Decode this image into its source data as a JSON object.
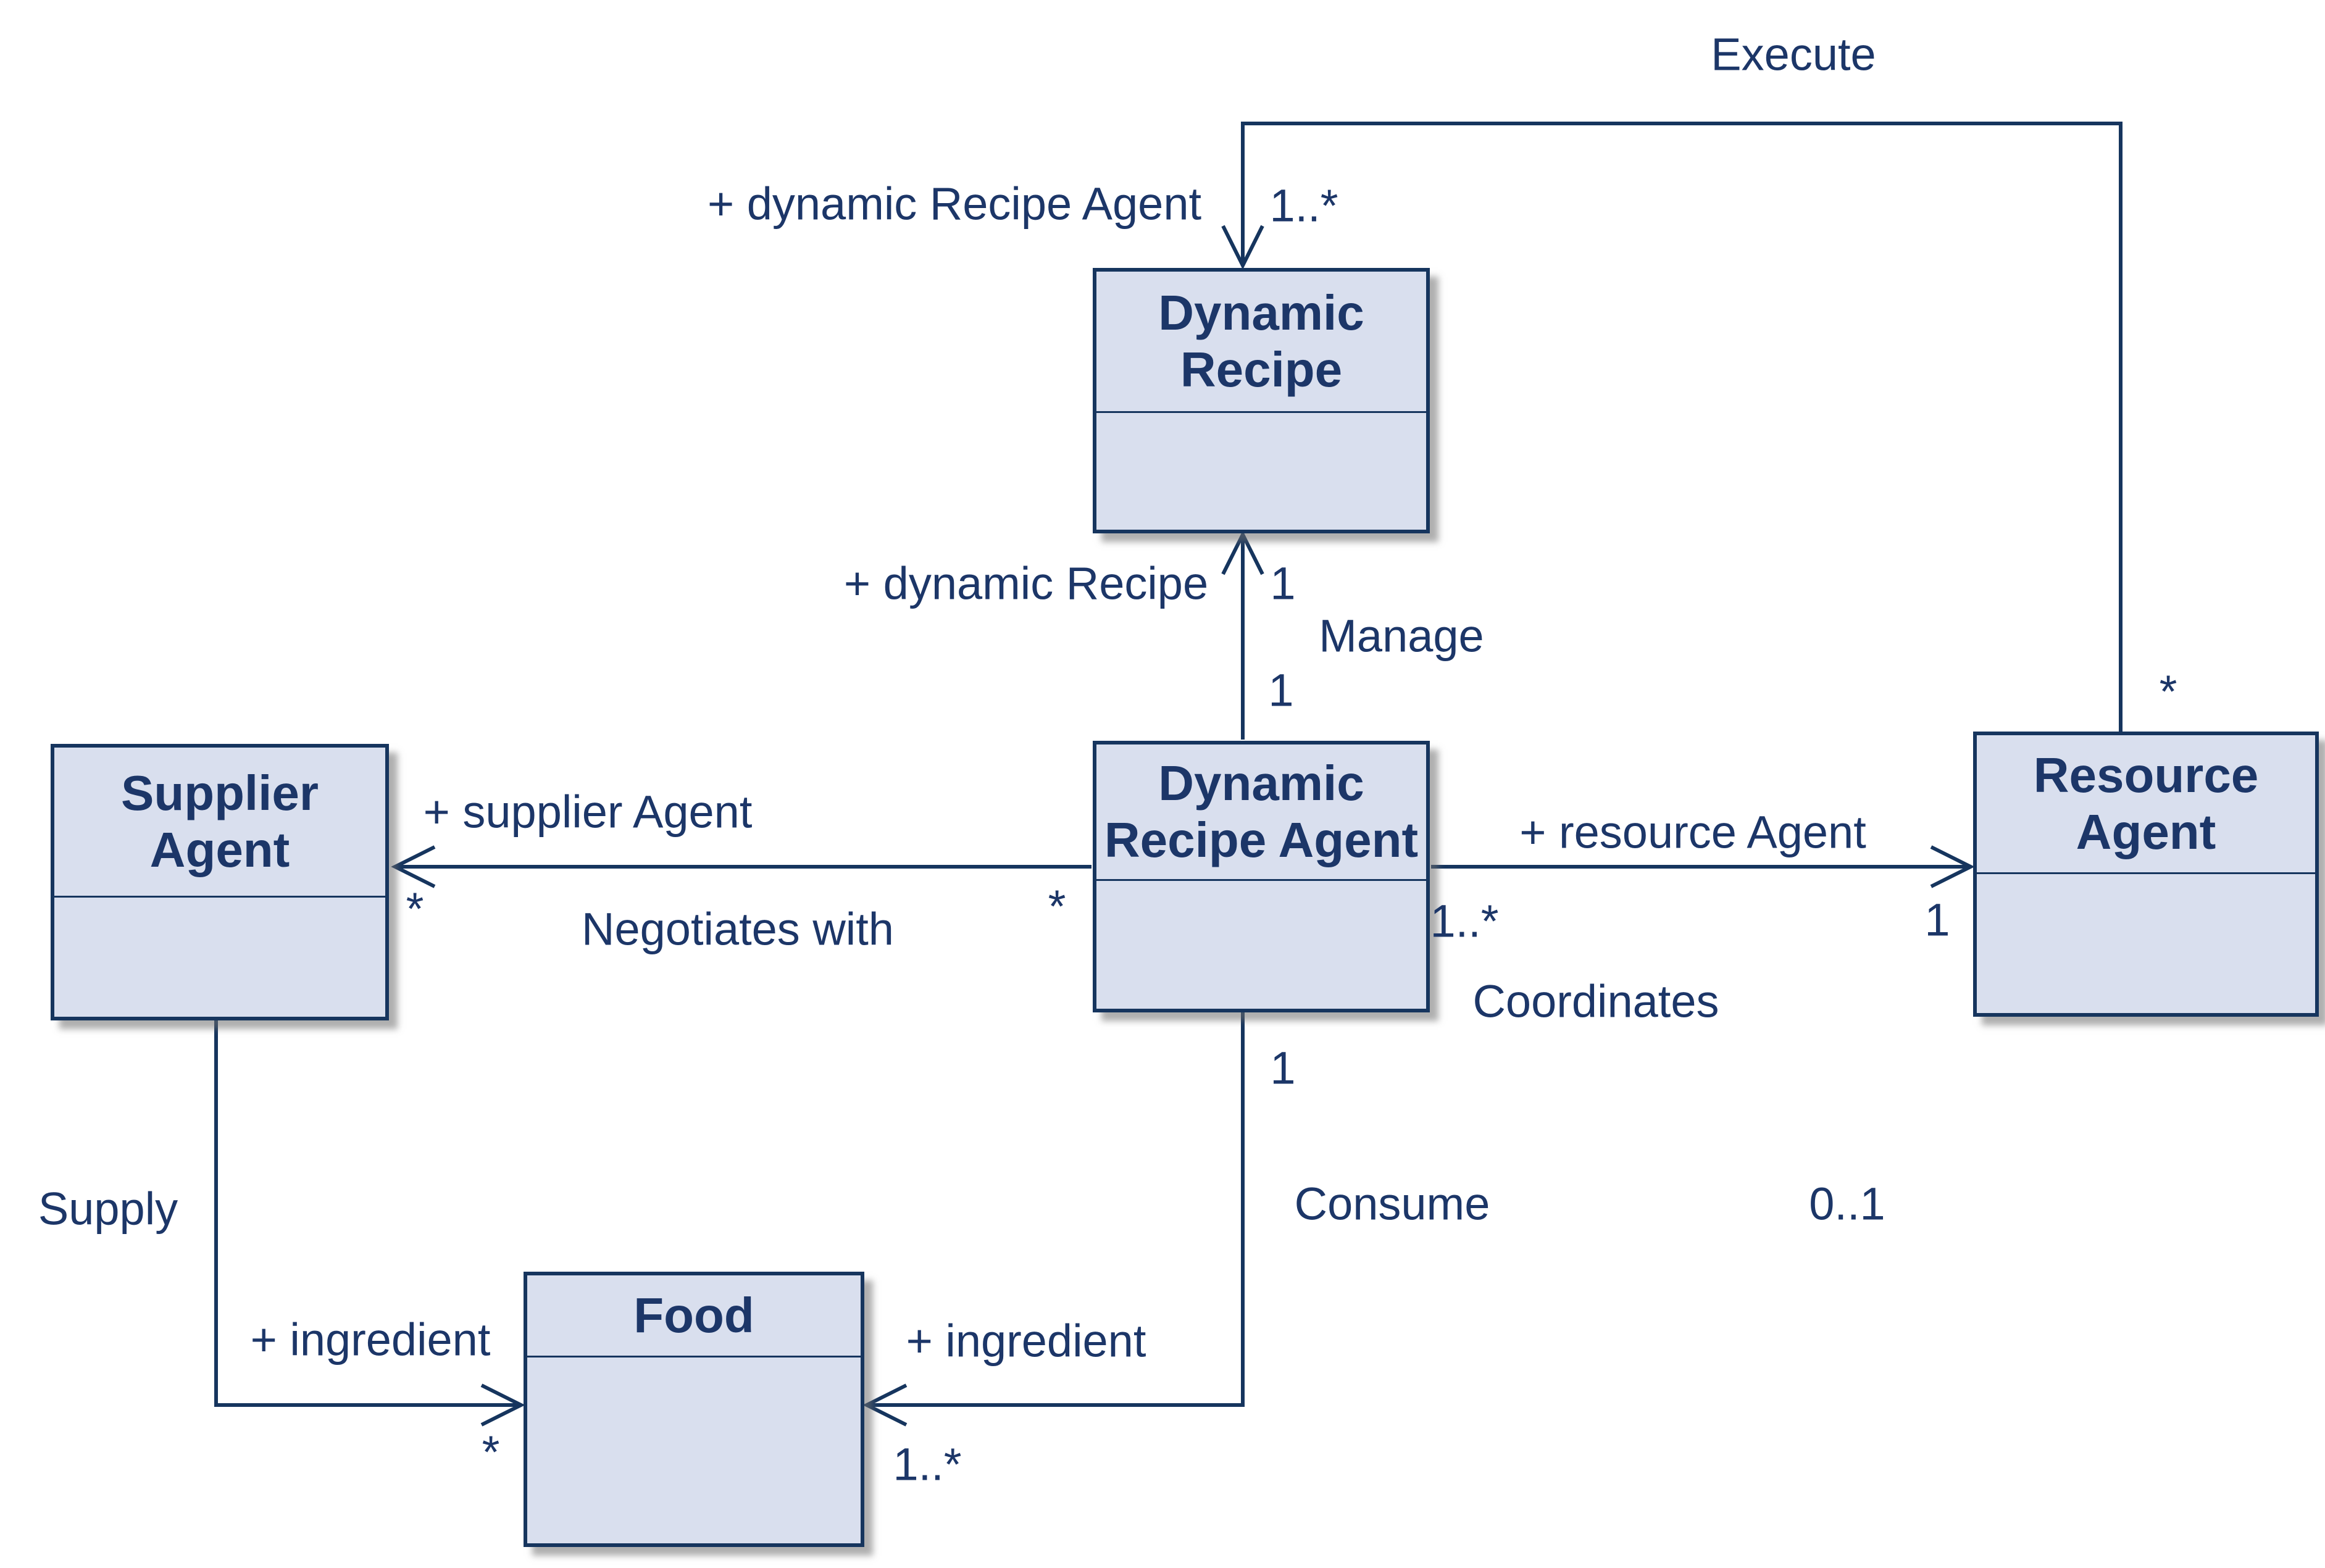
{
  "diagram_type": "uml-class-diagram",
  "colors": {
    "class_fill": "#d9dfee",
    "class_border": "#16355e",
    "text": "#1c3668",
    "connector": "#16355e",
    "background": "#ffffff"
  },
  "classes": [
    {
      "id": "dynamic-recipe",
      "name": "Dynamic\nRecipe"
    },
    {
      "id": "supplier-agent",
      "name": "Supplier\nAgent"
    },
    {
      "id": "dynamic-recipe-agent",
      "name": "Dynamic\nRecipe Agent"
    },
    {
      "id": "resource-agent",
      "name": "Resource\nAgent"
    },
    {
      "id": "food",
      "name": "Food"
    }
  ],
  "associations": [
    {
      "name": "Execute",
      "from": "Resource Agent",
      "to": "Dynamic Recipe",
      "role": "+ dynamic Recipe Agent",
      "from_mult": "*",
      "to_mult": "1..*"
    },
    {
      "name": "Manage",
      "from": "Dynamic Recipe Agent",
      "to": "Dynamic Recipe",
      "role": "+ dynamic Recipe",
      "from_mult": "1",
      "to_mult": "1"
    },
    {
      "name": "Negotiates with",
      "from": "Dynamic Recipe Agent",
      "to": "Supplier Agent",
      "role": "+ supplier Agent",
      "from_mult": "*",
      "to_mult": "*"
    },
    {
      "name": "Coordinates",
      "from": "Dynamic Recipe Agent",
      "to": "Resource Agent",
      "role": "+ resource Agent",
      "from_mult": "1..*",
      "to_mult": "1"
    },
    {
      "name": "Consume",
      "from": "Dynamic Recipe Agent",
      "to": "Food",
      "role": "+ ingredient",
      "from_mult": "1",
      "to_mult": "1..*"
    },
    {
      "name": "Supply",
      "from": "Supplier Agent",
      "to": "Food",
      "role": "+ ingredient",
      "from_mult": "",
      "to_mult": "*"
    }
  ],
  "floating_multiplicity": "0..1"
}
